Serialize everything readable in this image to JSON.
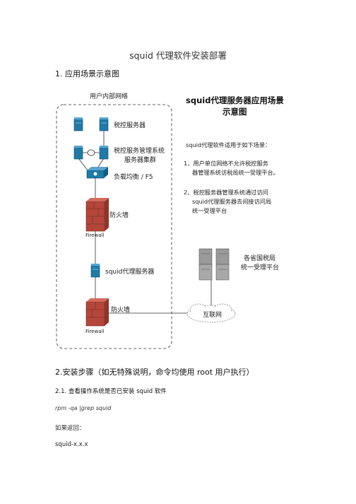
{
  "doc": {
    "title": "squid 代理软件安装部署",
    "section1": "1. 应用场景示意图",
    "section2": "2.安装步骤（如无特殊说明，命令均使用 root 用户执行）",
    "subsection21": "2.1. 查看操作系统是否已安装 squid 软件",
    "command": "rpm -qa |grep squid",
    "if_returns": "如果返回：",
    "output": "squid-x.x.x"
  },
  "diagram": {
    "intranet_label": "用户内部网络",
    "tax_server": "税控服务器",
    "cluster_line1": "税控服务管理系统",
    "cluster_line2": "服务器集群",
    "load_balancer": "负载均衡 / F5",
    "firewall1_label": "防火墙",
    "firewall_caption": "Firewall",
    "squid_server": "squid代理服务器",
    "firewall2_label": "防火墙",
    "internet_label": "互联网",
    "provincial_line1": "各省国税局",
    "provincial_line2": "统一受理平台",
    "heading_line1": "squid代理服务器应用场景",
    "heading_line2": "示意图",
    "scenario_intro": "squid代理软件适用于如下场景：",
    "scenario1_line1": "1、用户单位网络不允许税控服务",
    "scenario1_line2": "器管理系统访税局统一受理平台。",
    "scenario2_line1": "2、税控服务器管理系统通过访问",
    "scenario2_line2": "squid代理服务器去间接访问局",
    "scenario2_line3": "统一受理平台"
  },
  "colors": {
    "server_blue": "#1f7aa8",
    "firewall_red": "#b5463a",
    "gray_server": "#9a9a9a"
  }
}
